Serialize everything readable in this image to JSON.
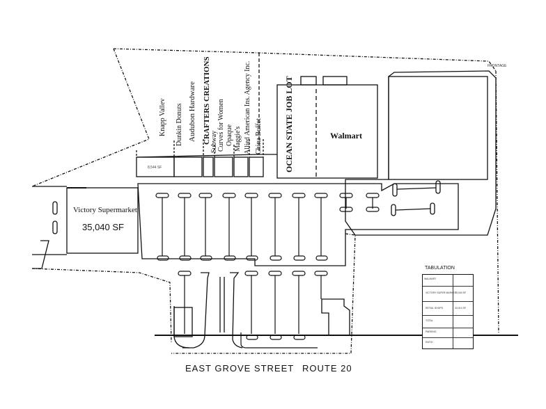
{
  "stores": {
    "victory": {
      "name": "Victory Supermarket",
      "area": "35,040 SF"
    },
    "walmart": {
      "name": "Walmart"
    },
    "ocean_state": {
      "name": "OCEAN STATE JOB LOT"
    },
    "tenants": [
      "Knapp Vallev",
      "Dunkin Donuts",
      "Audubon Hardware",
      "CRAFTERS CREATIONS",
      "Subway",
      "Curves for Women",
      "Opaque",
      "Maggie's",
      "Allied American Ins. Agency Inc.",
      "China Buffet"
    ],
    "small_unit_area": "8,544 SF"
  },
  "street": {
    "name": "EAST GROVE STREET",
    "route": "ROUTE 20"
  },
  "tabulation": {
    "title": "TABULATION",
    "rows": [
      {
        "label": "WALMART",
        "value": ""
      },
      {
        "label": "VICTORY SUPER MARKET",
        "value": "35,040 SF"
      },
      {
        "label": "RETAIL SHOPS",
        "value": "33,010 SF"
      },
      {
        "label": "TOTAL",
        "value": ""
      },
      {
        "label": "PARKING",
        "value": ""
      },
      {
        "label": "RATIO",
        "value": ""
      }
    ]
  }
}
